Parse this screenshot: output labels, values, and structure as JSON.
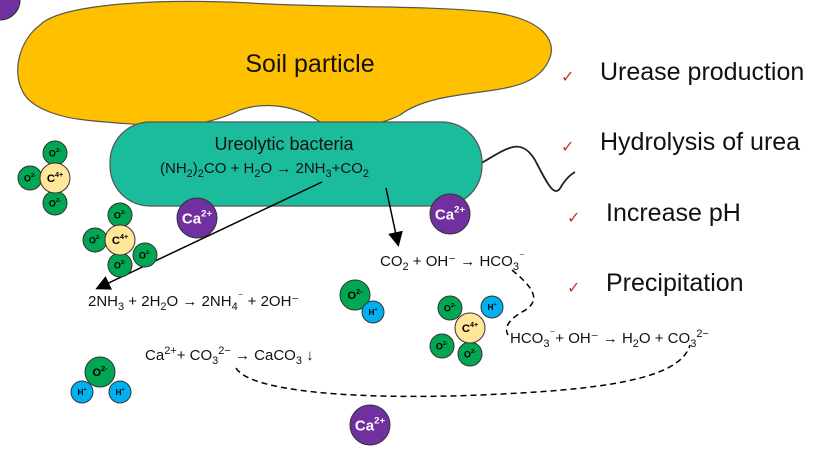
{
  "soil_label": "Soil particle",
  "bacteria_label": "Ureolytic bacteria",
  "features": [
    "Urease production",
    "Hydrolysis of urea",
    "Increase pH",
    "Precipitation"
  ],
  "ions": {
    "ca": "Ca",
    "ca_charge": "2+",
    "c": "C",
    "c_charge": "4+",
    "o": "O",
    "o_charge": "2-",
    "h": "H",
    "h_charge": "+"
  },
  "equations": {
    "urea_hydrolysis": [
      "(NH",
      "2",
      ")",
      "2",
      "CO + H",
      "2",
      "O → 2NH",
      "3",
      "+CO",
      "2"
    ],
    "ammonia": [
      "2NH",
      "3",
      " + 2H",
      "2",
      "O → 2NH",
      "4",
      "⁻",
      " + 2OH⁻"
    ],
    "co2_oh": [
      "CO",
      "2",
      " + OH⁻ → HCO",
      "3",
      "⁻"
    ],
    "hco3_oh": [
      "HCO",
      "3",
      "⁻",
      "+ OH⁻ → H",
      "2",
      "O + CO",
      "3",
      "2−"
    ],
    "calcite": [
      "Ca",
      "2+",
      "+ CO",
      "3",
      "2−",
      " → CaCO",
      "3",
      " ↓"
    ]
  },
  "colors": {
    "soil": "#FFC000",
    "bacteria": "#1ABC9C",
    "calcium": "#7030A0",
    "oxygen": "#00A651",
    "carbon": "#FFE699",
    "hydrogen": "#00B0F0",
    "check": "#C0392B"
  }
}
